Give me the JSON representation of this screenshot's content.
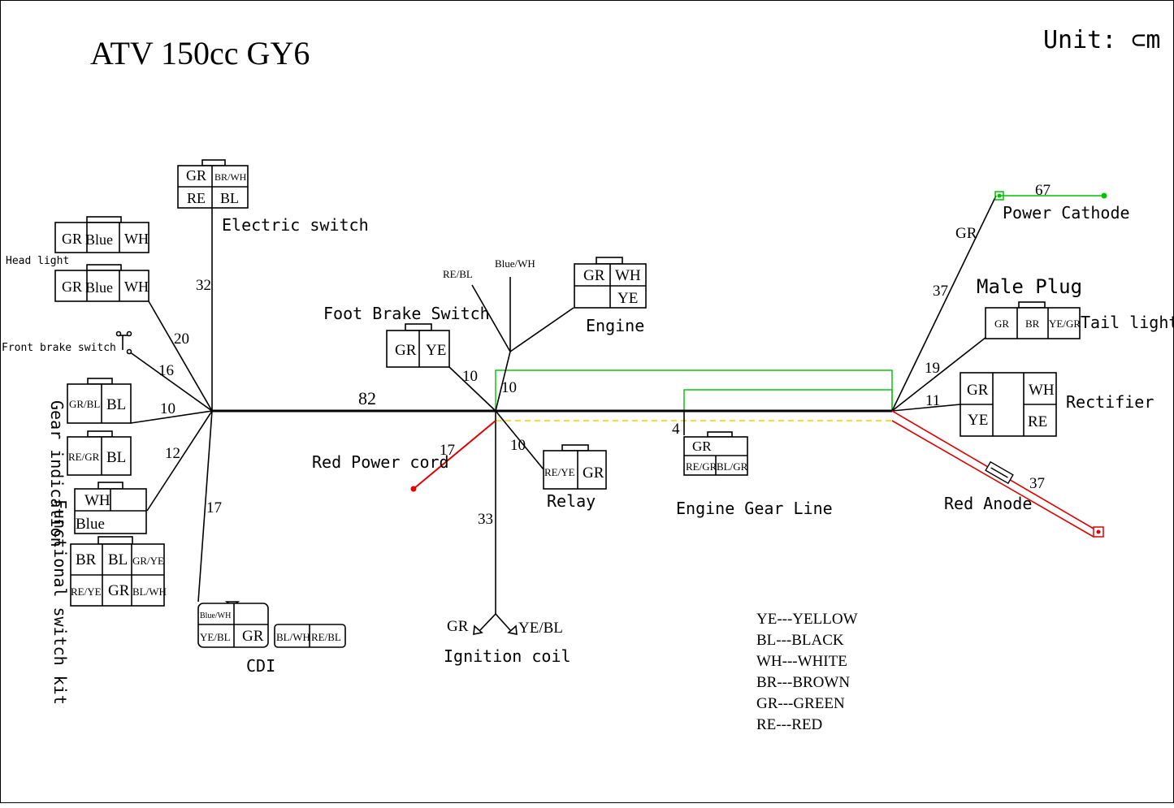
{
  "title": "ATV 150cc   GY6",
  "unit": "Unit: ⊂m",
  "colors": {
    "green": "#00c000",
    "red": "#e00000",
    "yellow": "#e8d000",
    "black": "#000000"
  },
  "lengths": {
    "trunk": "82",
    "electric_switch": "32",
    "headlight": "20",
    "front_brake": "16",
    "gear_indication": "10",
    "functional_switch": "12",
    "cdi": "17",
    "foot_brake": "10",
    "engine_branch": "10",
    "relay": "10",
    "red_power": "17",
    "ignition": "33",
    "gear_line": "4",
    "tail_green": "37",
    "tail_light": "19",
    "rectifier": "11",
    "red_anode": "37",
    "cathode": "67"
  },
  "connectors": {
    "electric_switch": {
      "label": "Electric switch",
      "cells": [
        "GR",
        "BR/WH",
        "RE",
        "BL"
      ]
    },
    "headlight": {
      "label": "Head light",
      "cells": [
        "GR",
        "Blue",
        "WH"
      ]
    },
    "front_brake": {
      "label": "Front brake switch"
    },
    "gear_indication": {
      "label": "Gear indication",
      "c1": [
        "GR/BL",
        "BL"
      ],
      "c2": [
        "RE/GR",
        "BL"
      ]
    },
    "functional_switch": {
      "label": "Functional switch kit",
      "c1": [
        "WH",
        "Blue"
      ],
      "c2": [
        "BR",
        "BL",
        "GR/YE",
        "RE/YE",
        "GR",
        "BL/WH"
      ]
    },
    "cdi": {
      "label": "CDI",
      "c1": [
        "Blue/WH",
        "YE/BL",
        "GR"
      ],
      "c2": [
        "BL/WH",
        "RE/BL"
      ]
    },
    "foot_brake": {
      "label": "Foot Brake Switch",
      "cells": [
        "GR",
        "YE"
      ]
    },
    "engine": {
      "label": "Engine",
      "cells": [
        "GR",
        "WH",
        "YE"
      ],
      "wires": [
        "RE/BL",
        "Blue/WH"
      ]
    },
    "relay": {
      "label": "Relay",
      "cells": [
        "RE/YE",
        "GR"
      ]
    },
    "red_power": {
      "label": "Red Power cord"
    },
    "ignition": {
      "label": "Ignition coil",
      "wires": [
        "GR",
        "YE/BL"
      ]
    },
    "gear_line": {
      "label": "Engine Gear Line",
      "cells": [
        "GR",
        "RE/GR",
        "BL/GR"
      ]
    },
    "male_plug": {
      "label": "Male Plug"
    },
    "tail_light": {
      "label": "Tail light",
      "cells": [
        "GR",
        "BR",
        "YE/GR"
      ],
      "wire": "GR"
    },
    "rectifier": {
      "label": "Rectifier",
      "cells": [
        "GR",
        "WH",
        "YE",
        "RE"
      ]
    },
    "red_anode": {
      "label": "Red Anode"
    },
    "power_cathode": {
      "label": "Power Cathode"
    }
  },
  "legend": [
    "YE---YELLOW",
    "BL---BLACK",
    "WH---WHITE",
    "BR---BROWN",
    "GR---GREEN",
    "RE---RED"
  ]
}
